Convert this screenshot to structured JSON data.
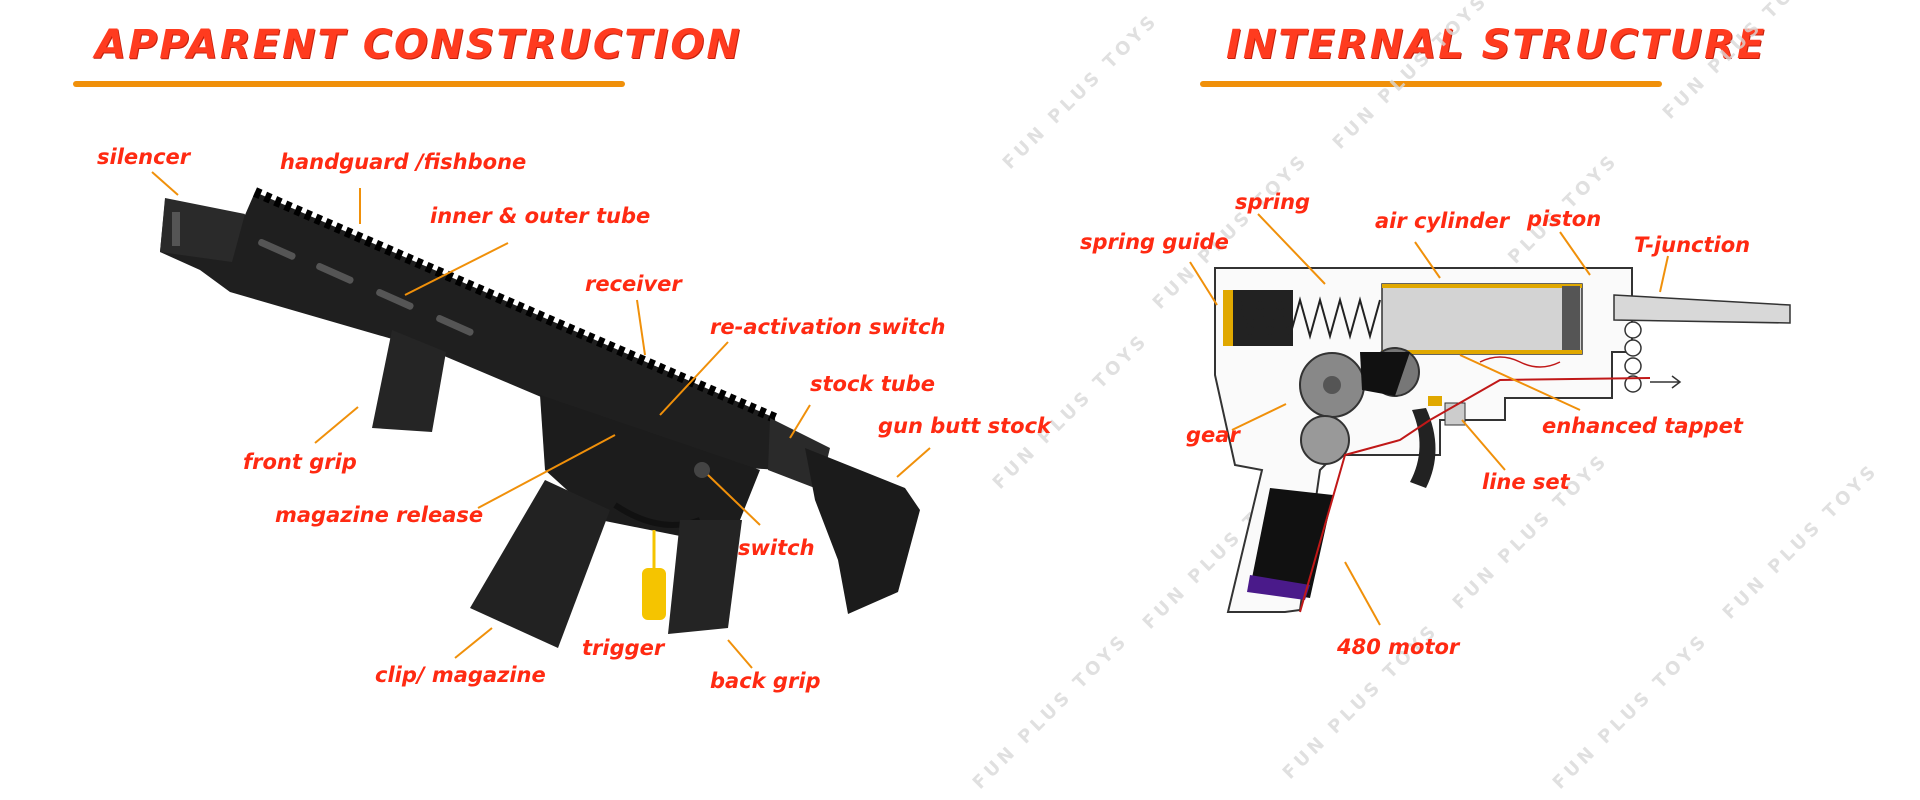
{
  "sections": {
    "apparent": {
      "title": "APPARENT CONSTRUCTION"
    },
    "internal": {
      "title": "INTERNAL STRUCTURE"
    }
  },
  "watermark": "FUN PLUS TOYS",
  "gun_labels": {
    "silencer": "silencer",
    "handguard": "handguard /fishbone",
    "inner_outer_tube": "inner & outer tube",
    "receiver": "receiver",
    "reactivation_switch": "re-activation switch",
    "stock_tube": "stock tube",
    "gun_butt_stock": "gun butt stock",
    "front_grip": "front grip",
    "magazine_release": "magazine release",
    "switch": "switch",
    "trigger": "trigger",
    "clip_magazine": "clip/ magazine",
    "back_grip": "back grip"
  },
  "gearbox_labels": {
    "spring": "spring",
    "spring_guide": "spring guide",
    "air_cylinder": "air cylinder",
    "piston": "piston",
    "t_junction": "T-junction",
    "gear": "gear",
    "enhanced_tappet": "enhanced tappet",
    "line_set": "line set",
    "motor_480": "480 motor"
  },
  "colors": {
    "label": "#ff2a12",
    "accent_rule": "#f0900a",
    "leader_line": "#f0900a",
    "gun_body": "#1e1e1e",
    "tag": "#f5c400",
    "motor_cap": "#4a1a8a"
  }
}
